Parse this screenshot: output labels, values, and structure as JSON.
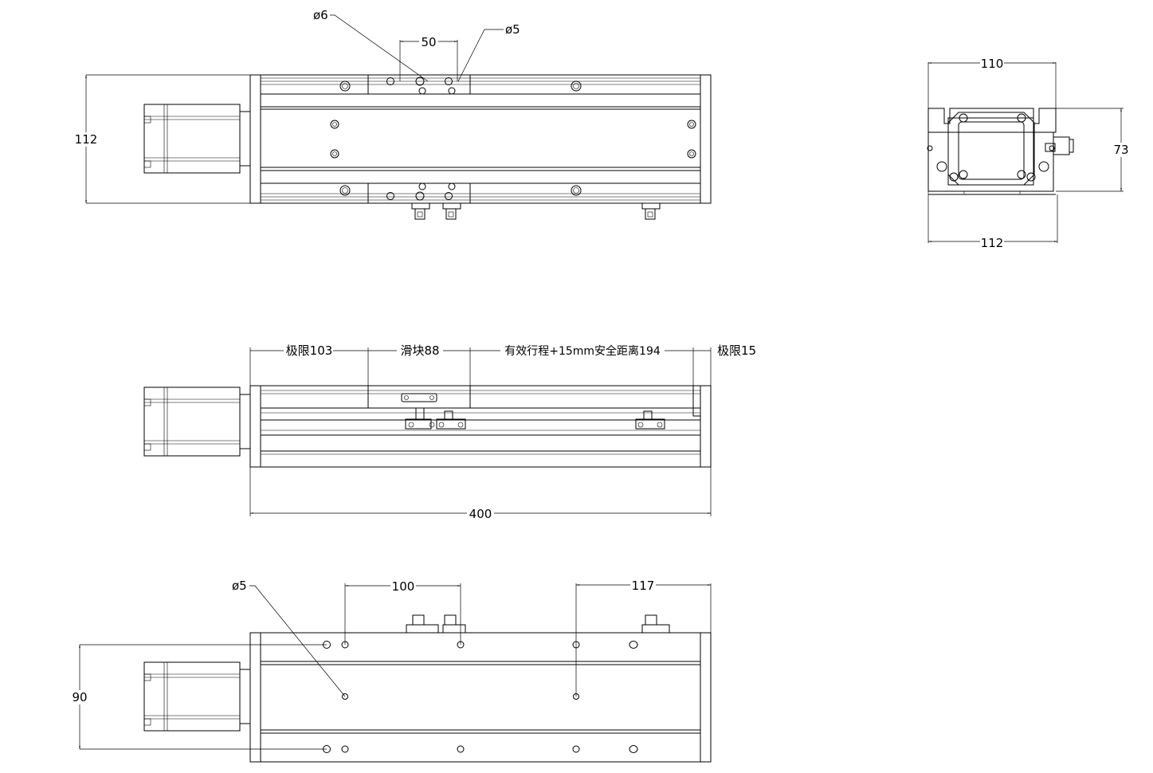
{
  "drawing": {
    "top_view": {
      "height_label": "112",
      "slot_pitch_label": "50",
      "hole_label_left": "ø6",
      "hole_label_right": "ø5"
    },
    "end_view": {
      "top_width_label": "110",
      "bottom_width_label": "112",
      "height_label": "73"
    },
    "side_view": {
      "limit_left_label": "极限103",
      "slider_label": "滑块88",
      "stroke_label": "有效行程+15mm安全距离194",
      "limit_right_label": "极限15",
      "total_length_label": "400"
    },
    "bottom_view": {
      "hole_label": "ø5",
      "pitch_left_label": "100",
      "pitch_right_label": "117",
      "height_label": "90"
    }
  }
}
